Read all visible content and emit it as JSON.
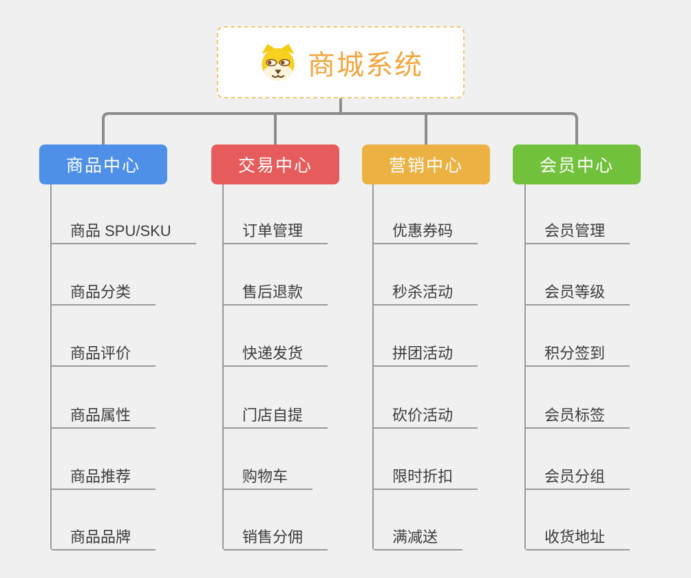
{
  "root": {
    "title": "商城系统",
    "icon": "dog-face-icon",
    "text_color": "#f0a73e",
    "border_color": "#f3c56f"
  },
  "connectors": {
    "color": "#8c8c8c"
  },
  "branches": [
    {
      "label": "商品中心",
      "color": "#4e90e8",
      "items": [
        "商品 SPU/SKU",
        "商品分类",
        "商品评价",
        "商品属性",
        "商品推荐",
        "商品品牌"
      ]
    },
    {
      "label": "交易中心",
      "color": "#e65c5c",
      "items": [
        "订单管理",
        "售后退款",
        "快递发货",
        "门店自提",
        "购物车",
        "销售分佣"
      ]
    },
    {
      "label": "营销中心",
      "color": "#ecb143",
      "items": [
        "优惠券码",
        "秒杀活动",
        "拼团活动",
        "砍价活动",
        "限时折扣",
        "满减送"
      ]
    },
    {
      "label": "会员中心",
      "color": "#72c13c",
      "items": [
        "会员管理",
        "会员等级",
        "积分签到",
        "会员标签",
        "会员分组",
        "收货地址"
      ]
    }
  ]
}
